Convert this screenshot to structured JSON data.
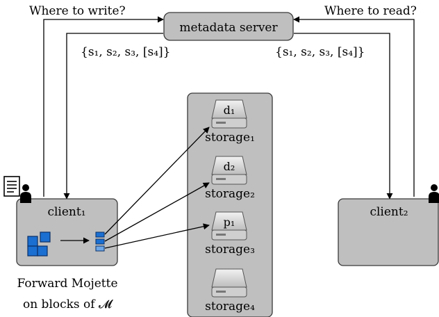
{
  "labels": {
    "where_to_write": "Where to write?",
    "where_to_read": "Where to read?",
    "metadata_server": "metadata server",
    "set_left": "{s₁, s₂, s₃, [s₄]}",
    "set_right": "{s₁, s₂, s₃, [s₄]}",
    "client1": "client₁",
    "client2": "client₂",
    "caption_line1": "Forward Mojette",
    "caption_line2": "on blocks of 𝓜"
  },
  "storage": [
    {
      "disk_label": "d₁",
      "name": "storage₁"
    },
    {
      "disk_label": "d₂",
      "name": "storage₂"
    },
    {
      "disk_label": "p₁",
      "name": "storage₃"
    },
    {
      "disk_label": "",
      "name": "storage₄"
    }
  ],
  "colors": {
    "panel_fill": "#bfbfbf",
    "panel_stroke": "#3a3a3a",
    "block_blue": "#1b6fd1",
    "block_stroke": "#0a2f66",
    "disk_fill": "#d9d9d9"
  }
}
